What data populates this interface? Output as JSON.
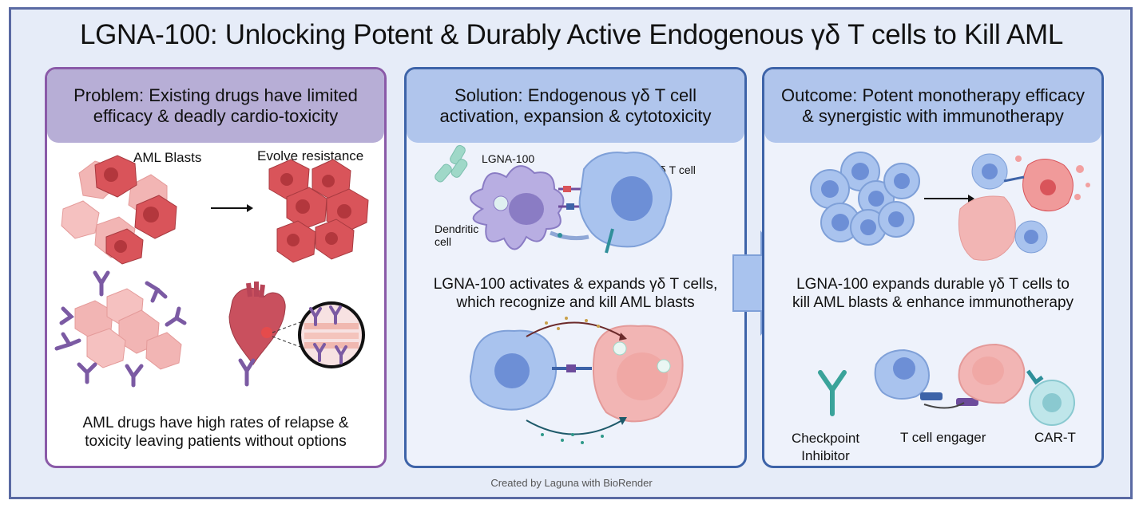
{
  "title": "LGNA-100: Unlocking Potent & Durably Active Endogenous γδ T cells to Kill AML",
  "panels": {
    "problem": {
      "header_line1": "Problem: Existing drugs have limited",
      "header_line2": "efficacy & deadly cardio-toxicity",
      "label_blasts": "AML Blasts",
      "label_resistance": "Evolve resistance",
      "caption_line1": "AML drugs have high rates of relapse &",
      "caption_line2": "toxicity leaving patients without options"
    },
    "solution": {
      "header_line1": "Solution: Endogenous γδ T cell",
      "header_line2": "activation, expansion & cytotoxicity",
      "label_drug": "LGNA-100",
      "label_tcell": "γδ T cell",
      "label_dendritic_line1": "Dendritic",
      "label_dendritic_line2": "cell",
      "caption_line1": "LGNA-100 activates & expands γδ T cells,",
      "caption_line2": "which recognize and kill AML blasts"
    },
    "outcome": {
      "header_line1": "Outcome: Potent monotherapy efficacy",
      "header_line2": "& synergistic with immunotherapy",
      "caption_line1": "LGNA-100 expands durable γδ T cells to",
      "caption_line2": "kill AML blasts & enhance immunotherapy",
      "label_checkpoint_line1": "Checkpoint",
      "label_checkpoint_line2": "Inhibitor",
      "label_engager": "T cell engager",
      "label_cart": "CAR-T"
    }
  },
  "credit": "Created by Laguna with BioRender",
  "colors": {
    "frame_border": "#5a6aa3",
    "background": "#e6ecf8",
    "problem_border": "#8a5aa8",
    "problem_header": "#b7aed6",
    "solution_border": "#3d63a8",
    "solution_header": "#b0c5ec",
    "aml_blast": "#d9545a",
    "t_cell": "#a9c3ee",
    "antibody": "#7b5aa3",
    "big_arrow": "#a9c3ee"
  }
}
